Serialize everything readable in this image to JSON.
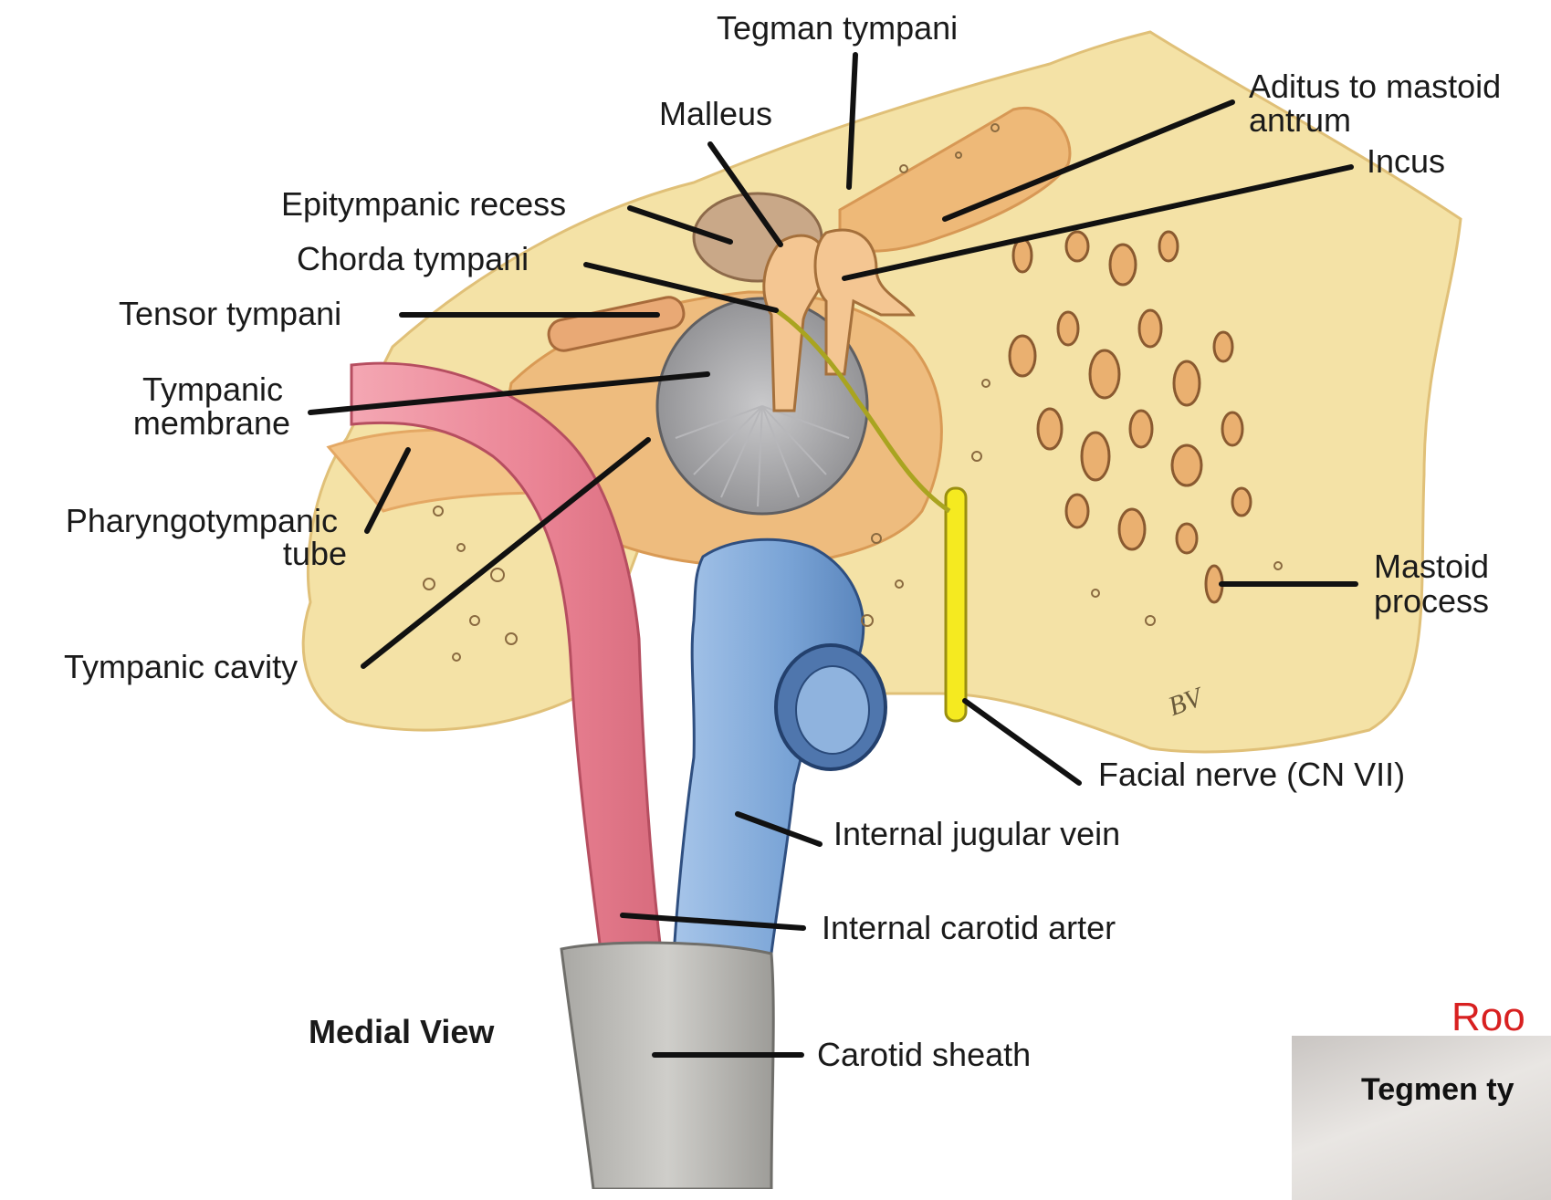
{
  "labels": {
    "tegman_tympani": "Tegman tympani",
    "malleus": "Malleus",
    "aditus_line1": "Aditus to mastoid",
    "aditus_line2": "antrum",
    "incus": "Incus",
    "epitympanic_recess": "Epitympanic recess",
    "chorda_tympani": "Chorda tympani",
    "tensor_tympani": "Tensor tympani",
    "tympanic_membrane_line1": "Tympanic",
    "tympanic_membrane_line2": "membrane",
    "pharyngotympanic_line1": "Pharyngotympanic",
    "pharyngotympanic_line2": "tube",
    "tympanic_cavity": "Tympanic cavity",
    "mastoid_line1": "Mastoid",
    "mastoid_line2": "process",
    "facial_nerve": "Facial nerve (CN VII)",
    "internal_jugular_vein": "Internal jugular vein",
    "internal_carotid_artery": "Internal carotid arter",
    "carotid_sheath": "Carotid sheath",
    "medial_view": "Medial View"
  },
  "artist_initials": "BV",
  "slide": {
    "title": "Roo",
    "subtitle": "Tegmen ty"
  },
  "colors": {
    "bone": "#f4e2a6",
    "bone_edge": "#e8c98a",
    "ossicle": "#f0c08a",
    "eardrum": "#9a9a9c",
    "artery": "#ec8a9a",
    "vein": "#7fa8d8",
    "sheath": "#b9b8b4",
    "nerve": "#f5ea20",
    "leader": "#111111",
    "slide_title": "#d82020"
  }
}
